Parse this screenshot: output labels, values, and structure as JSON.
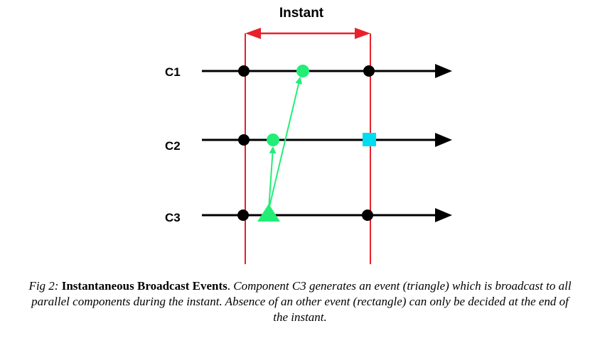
{
  "diagram": {
    "title": "Instant",
    "components": [
      {
        "label": "C1"
      },
      {
        "label": "C2"
      },
      {
        "label": "C3"
      }
    ],
    "colors": {
      "timeline": "#000000",
      "instant_boundary": "#e8212b",
      "event": "#22ee77",
      "other_event": "#00ddf0"
    }
  },
  "caption": {
    "fig_label": "Fig 2:",
    "title": "Instantaneous Broadcast Events",
    "period": ".",
    "text": "Component C3 generates an event (triangle) which is broadcast to all parallel components during the instant. Absence of an other event (rectangle) can only be decided at the end of the instant."
  }
}
